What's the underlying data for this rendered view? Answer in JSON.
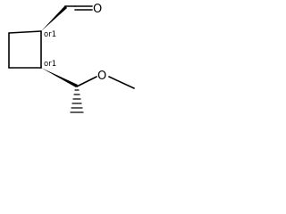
{
  "structure": {
    "atoms": {
      "oxygen_carbonyl": "O",
      "oxygen_ether": "O"
    },
    "stereo_labels": {
      "c1": "or1",
      "c2": "or1"
    },
    "colors": {
      "bond": "#000000",
      "background": "#ffffff"
    }
  }
}
